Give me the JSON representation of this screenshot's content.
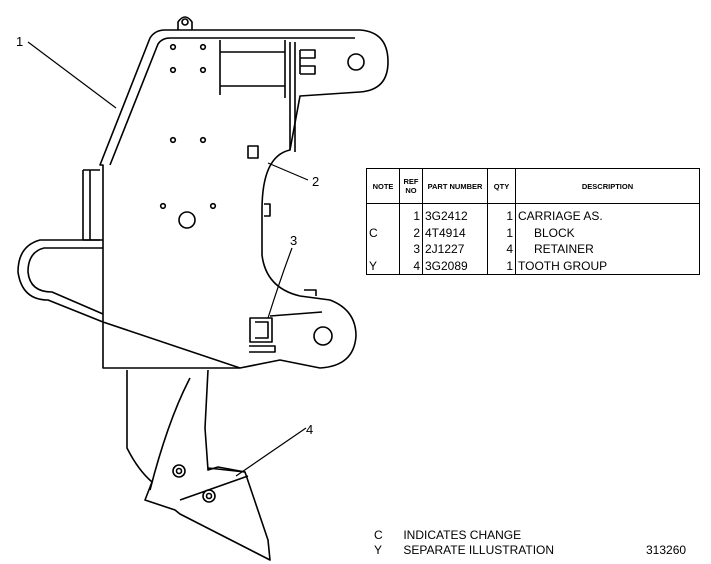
{
  "callouts": [
    "1",
    "2",
    "3",
    "4"
  ],
  "table": {
    "headers": {
      "note": "NOTE",
      "ref_no": "REF NO",
      "part_number": "PART NUMBER",
      "qty": "QTY",
      "description": "DESCRIPTION"
    },
    "rows": [
      {
        "note": "",
        "ref": "1",
        "part": "3G2412",
        "qty": "1",
        "desc": "CARRIAGE  AS."
      },
      {
        "note": "C",
        "ref": "2",
        "part": "4T4914",
        "qty": "1",
        "desc": "BLOCK"
      },
      {
        "note": "",
        "ref": "3",
        "part": "2J1227",
        "qty": "4",
        "desc": "RETAINER"
      },
      {
        "note": "Y",
        "ref": "4",
        "part": "3G2089",
        "qty": "1",
        "desc": "TOOTH  GROUP"
      }
    ]
  },
  "legend": [
    {
      "code": "C",
      "text": "INDICATES  CHANGE"
    },
    {
      "code": "Y",
      "text": "SEPARATE  ILLUSTRATION"
    }
  ],
  "figure_number": "313260"
}
